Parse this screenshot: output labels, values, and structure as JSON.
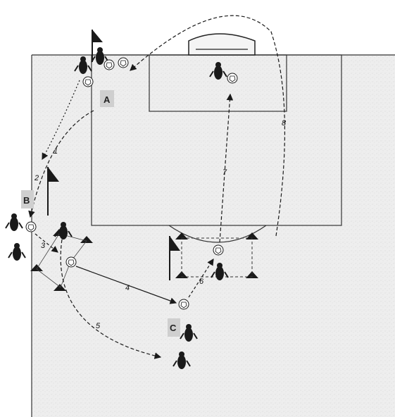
{
  "zones": [
    {
      "id": "A",
      "label": "A"
    },
    {
      "id": "B",
      "label": "B"
    },
    {
      "id": "C",
      "label": "C"
    }
  ],
  "sequence": [
    {
      "step": "1",
      "label": "1"
    },
    {
      "step": "2",
      "label": "2"
    },
    {
      "step": "3",
      "label": "3"
    },
    {
      "step": "4",
      "label": "4"
    },
    {
      "step": "5",
      "label": "5"
    },
    {
      "step": "6",
      "label": "6"
    },
    {
      "step": "7",
      "label": "7"
    },
    {
      "step": "8",
      "label": "8"
    }
  ],
  "colors": {
    "pitch": "#ececec",
    "line": "#2a2a2a",
    "player": "#1a1a1a",
    "cone": "#1a1a1a",
    "label_bg": "#cfcfcf"
  },
  "icons": [
    "player-icon",
    "ball-icon",
    "cone-icon",
    "flag-icon",
    "goal-icon"
  ]
}
